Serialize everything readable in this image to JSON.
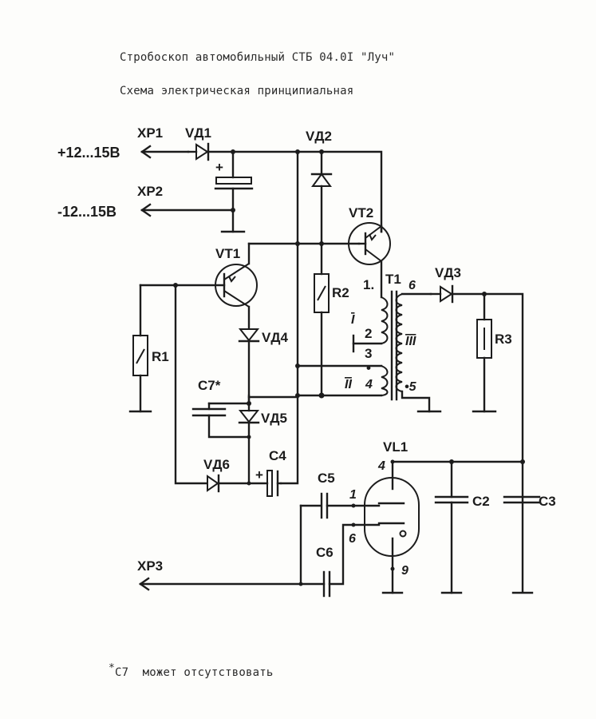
{
  "document": {
    "title": "Стробоскоп автомобильный СТБ 04.0I \"Луч\"",
    "subtitle": "Схема электрическая принципиальная",
    "footnote": {
      "marker": "*",
      "ref": "C7",
      "text": "может отсутствовать"
    }
  },
  "connectors": {
    "xp1": {
      "name": "XP1",
      "voltage": "+12...15B"
    },
    "xp2": {
      "name": "XP2",
      "voltage": "-12...15B"
    },
    "xp3": {
      "name": "XP3"
    }
  },
  "components": {
    "vd1": "VД1",
    "vd2": "VД2",
    "vd3": "VД3",
    "vd4": "VД4",
    "vd5": "VД5",
    "vd6": "VД6",
    "vt1": "VT1",
    "vt2": "VT2",
    "r1": "R1",
    "r2": "R2",
    "r3": "R3",
    "c1_plus": "+",
    "c2": "C2",
    "c3": "C3",
    "c4": "C4",
    "c4_plus": "+",
    "c5": "C5",
    "c6": "C6",
    "c7": "C7*",
    "t1": "T1",
    "vl1": "VL1"
  },
  "transformer_pins": {
    "p1": "1.",
    "p2": "2",
    "p3": "3",
    "p4": "4",
    "p4_dot": "•",
    "p5": "•5",
    "p6": "6",
    "winding_1": "I",
    "winding_2": "II",
    "winding_3": "III"
  },
  "lamp_pins": {
    "p1": "1",
    "p4": "4",
    "p6": "6",
    "p9": "9"
  }
}
